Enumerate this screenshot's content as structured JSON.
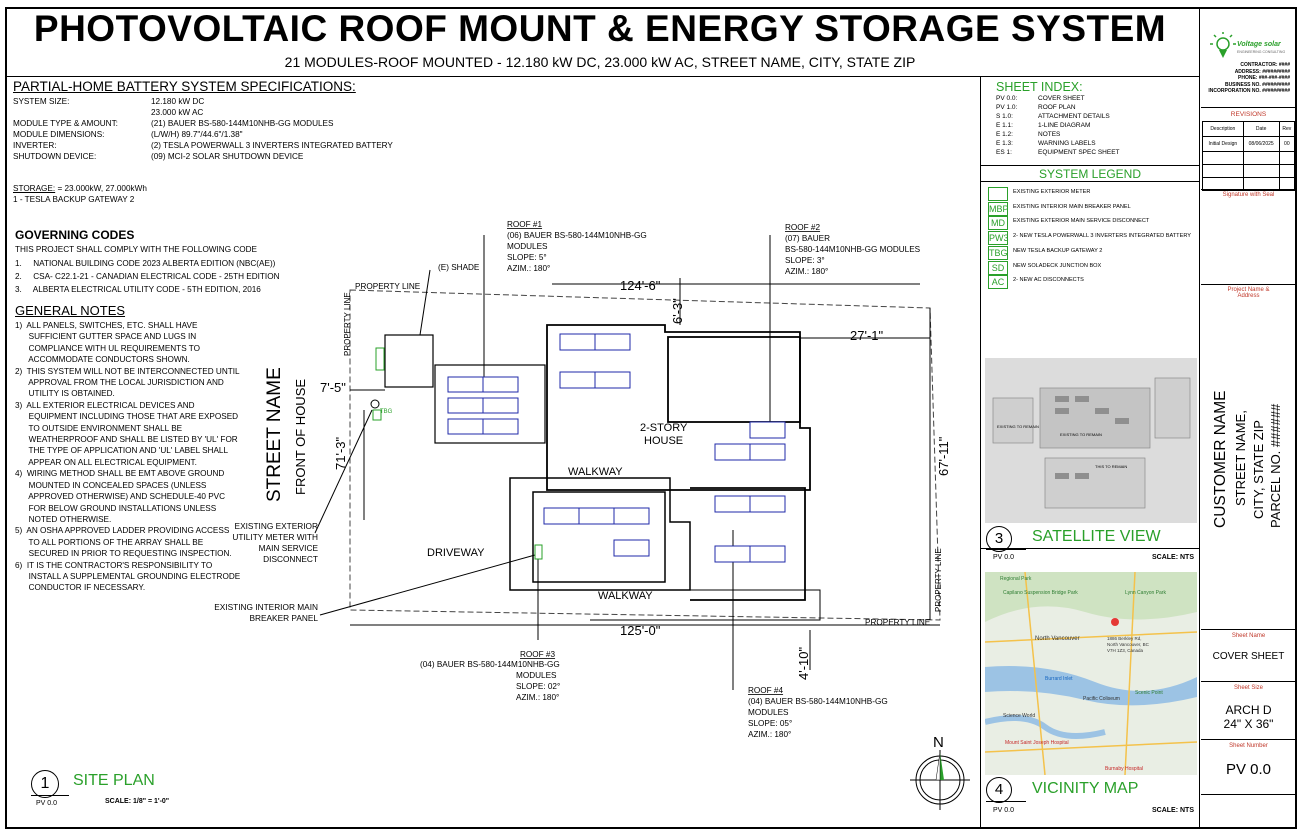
{
  "title": "PHOTOVOLTAIC ROOF MOUNT & ENERGY STORAGE SYSTEM",
  "subtitle": "21 MODULES-ROOF MOUNTED - 12.180 kW DC, 23.000 kW AC, STREET NAME, CITY, STATE ZIP",
  "specs": {
    "heading": "PARTIAL-HOME BATTERY SYSTEM SPECIFICATIONS:",
    "rows": [
      {
        "label": "SYSTEM SIZE:",
        "value": "12.180 kW DC"
      },
      {
        "label": "",
        "value": "23.000 kW AC"
      },
      {
        "label": "MODULE TYPE & AMOUNT:",
        "value": "(21) BAUER BS-580-144M10NHB-GG MODULES"
      },
      {
        "label": "MODULE DIMENSIONS:",
        "value": "(L/W/H) 89.7\"/44.6\"/1.38\""
      },
      {
        "label": "INVERTER:",
        "value": "(2) TESLA POWERWALL 3 INVERTERS INTEGRATED BATTERY"
      },
      {
        "label": "SHUTDOWN DEVICE:",
        "value": "(09) MCI-2 SOLAR SHUTDOWN DEVICE"
      }
    ],
    "storage_label": "STORAGE:",
    "storage_value": " = 23.000kW, 27.000kWh",
    "gateway": "1 - TESLA BACKUP GATEWAY 2"
  },
  "codes": {
    "heading": "GOVERNING CODES",
    "intro": "THIS PROJECT SHALL COMPLY WITH THE FOLLOWING CODE",
    "items": [
      "1.     NATIONAL BUILDING CODE 2023 ALBERTA EDITION (NBC(AE))",
      "2.     CSA- C22.1-21 - CANADIAN ELECTRICAL CODE - 25TH EDITION",
      "3.     ALBERTA ELECTRICAL UTILITY CODE - 5TH EDITION, 2016"
    ]
  },
  "notes": {
    "heading": "GENERAL NOTES",
    "items": [
      "1)  ALL PANELS, SWITCHES, ETC. SHALL HAVE",
      "      SUFFICIENT GUTTER SPACE AND LUGS IN",
      "      COMPLIANCE WITH UL REQUIREMENTS TO",
      "      ACCOMMODATE CONDUCTORS SHOWN.",
      "2)  THIS SYSTEM WILL NOT BE INTERCONNECTED UNTIL",
      "      APPROVAL FROM THE LOCAL JURISDICTION AND",
      "      UTILITY IS OBTAINED.",
      "3)  ALL EXTERIOR ELECTRICAL DEVICES AND",
      "      EQUIPMENT INCLUDING THOSE THAT ARE EXPOSED",
      "      TO OUTSIDE ENVIRONMENT SHALL BE",
      "      WEATHERPROOF AND SHALL BE LISTED BY 'UL' FOR",
      "      THE TYPE OF APPLICATION AND 'UL' LABEL SHALL",
      "      APPEAR ON ALL ELECTRICAL EQUIPMENT.",
      "4)  WIRING METHOD SHALL BE EMT ABOVE GROUND",
      "      MOUNTED IN CONCEALED SPACES (UNLESS",
      "      APPROVED OTHERWISE) AND SCHEDULE-40 PVC",
      "      FOR BELOW GROUND INSTALLATIONS UNLESS",
      "      NOTED OTHERWISE.",
      "5)  AN OSHA APPROVED LADDER PROVIDING ACCESS",
      "      TO ALL PORTIONS OF THE ARRAY SHALL BE",
      "      SECURED IN PRIOR TO REQUESTING INSPECTION.",
      "6)  IT IS THE CONTRACTOR'S RESPONSIBILITY TO",
      "      INSTALL A SUPPLEMENTAL GROUNDING ELECTRODE",
      "      CONDUCTOR IF NECESSARY."
    ]
  },
  "site": {
    "roof1": [
      "ROOF #1",
      "(06) BAUER BS-580-144M10NHB-GG",
      "MODULES",
      "SLOPE: 5°",
      "AZIM.: 180°"
    ],
    "roof2": [
      "ROOF #2",
      "(07) BAUER",
      "BS-580-144M10NHB-GG MODULES",
      "SLOPE: 3°",
      "AZIM.: 180°"
    ],
    "roof3": [
      "ROOF #3",
      "(04) BAUER BS-580-144M10NHB-GG",
      "MODULES",
      "SLOPE: 02°",
      "AZIM.: 180°"
    ],
    "roof4": [
      "ROOF #4",
      "(04) BAUER BS-580-144M10NHB-GG",
      "MODULES",
      "SLOPE: 05°",
      "AZIM.: 180°"
    ],
    "shade": "(E) SHADE",
    "property_line": "PROPERTY LINE",
    "dim_top": "124'-6\"",
    "dim_6_3": "6'-3\"",
    "dim_27_1": "27'-1\"",
    "dim_7_5": "7'-5\"",
    "dim_71_3": "71'-3\"",
    "dim_67_11": "67'-11\"",
    "dim_125": "125'-0\"",
    "dim_4_10": "4'-10\"",
    "street_name": "STREET NAME",
    "front_of_house": "FRONT OF HOUSE",
    "house": [
      "2-STORY",
      "HOUSE"
    ],
    "walkway": "WALKWAY",
    "driveway": "DRIVEWAY",
    "tbg": "TBG",
    "meter_note": [
      "EXISTING EXTERIOR",
      "UTILITY METER WITH",
      "MAIN SERVICE",
      "DISCONNECT"
    ],
    "panel_note": [
      "EXISTING INTERIOR MAIN",
      "BREAKER PANEL"
    ],
    "view_num": "1",
    "view_title": "SITE PLAN",
    "view_sheet": "PV 0.0",
    "view_scale": "SCALE: 1/8\" = 1'-0\""
  },
  "sheet_index": {
    "heading": "SHEET INDEX:",
    "items": [
      {
        "code": "PV 0.0:",
        "name": "COVER SHEET"
      },
      {
        "code": "PV 1.0:",
        "name": "ROOF PLAN"
      },
      {
        "code": "S 1.0:",
        "name": "ATTACHMENT DETAILS"
      },
      {
        "code": "E 1.1:",
        "name": "1-LINE DIAGRAM"
      },
      {
        "code": "E 1.2:",
        "name": "NOTES"
      },
      {
        "code": "E 1.3:",
        "name": "WARNING LABELS"
      },
      {
        "code": "ES 1:",
        "name": "EQUIPMENT SPEC SHEET"
      }
    ]
  },
  "legend": {
    "heading": "SYSTEM LEGEND",
    "items": [
      {
        "sym": "",
        "text": "EXISTING EXTERIOR METER"
      },
      {
        "sym": "MBP",
        "text": "EXISTING INTERIOR MAIN BREAKER PANEL"
      },
      {
        "sym": "MD",
        "text": "EXISTING EXTERIOR MAIN SERVICE DISCONNECT"
      },
      {
        "sym": "PW3",
        "text": "2- NEW TESLA POWERWALL 3 INVERTERS INTEGRATED BATTERY"
      },
      {
        "sym": "TBG",
        "text": "NEW TESLA BACKUP GATEWAY 2"
      },
      {
        "sym": "SD",
        "text": "NEW SOLADECK JUNCTION BOX"
      },
      {
        "sym": "AC",
        "text": "2- NEW AC DISCONNECTS"
      }
    ]
  },
  "satellite": {
    "num": "3",
    "title": "SATELLITE VIEW",
    "sheet": "PV 0.0",
    "scale": "SCALE: NTS",
    "labels": [
      "EXISTING TO REMAIN",
      "EXISTING TO REMAIN",
      "THIS TO REMAIN"
    ]
  },
  "vicinity": {
    "num": "4",
    "title": "VICINITY MAP",
    "sheet": "PV 0.0",
    "scale": "SCALE: NTS",
    "labels": [
      "Regional Park",
      "Capilano Suspension Bridge Park",
      "Lynn Canyon Park",
      "North Vancouver",
      "1886 Berkley Rd,",
      "North Vancouver, BC",
      "V7H 1Z3, Canada",
      "Burrard Inlet",
      "Scenic Point",
      "Pacific Coliseum",
      "Science World",
      "Mount Saint Joseph Hospital",
      "Burnaby Hospital"
    ]
  },
  "north": "N",
  "title_block": {
    "company": "Voltage solar",
    "company_sub": "ENGINEERING CONSULTING",
    "contractor_lines": [
      "CONTRACTOR: ####",
      "ADDRESS: ##########",
      "PHONE: ###-###-####",
      "BUSINESS NO. ##########",
      "INCORPORATION NO. ##########"
    ],
    "revisions_heading": "REVISIONS",
    "rev_headers": [
      "Description",
      "Date",
      "Rev"
    ],
    "rev_rows": [
      [
        "Initial Design",
        "08/06/2025",
        "00"
      ]
    ],
    "signature": "Signature with Seal",
    "project_heading": "Project Name & Address",
    "customer": "CUSTOMER NAME",
    "street": "STREET NAME,",
    "city": "CITY, STATE ZIP",
    "parcel": "PARCEL NO. ######",
    "sheet_name_label": "Sheet Name",
    "sheet_name": "COVER SHEET",
    "sheet_size_label": "Sheet Size",
    "sheet_size_1": "ARCH D",
    "sheet_size_2": "24\" X 36\"",
    "sheet_number_label": "Sheet Number",
    "sheet_number": "PV 0.0"
  }
}
